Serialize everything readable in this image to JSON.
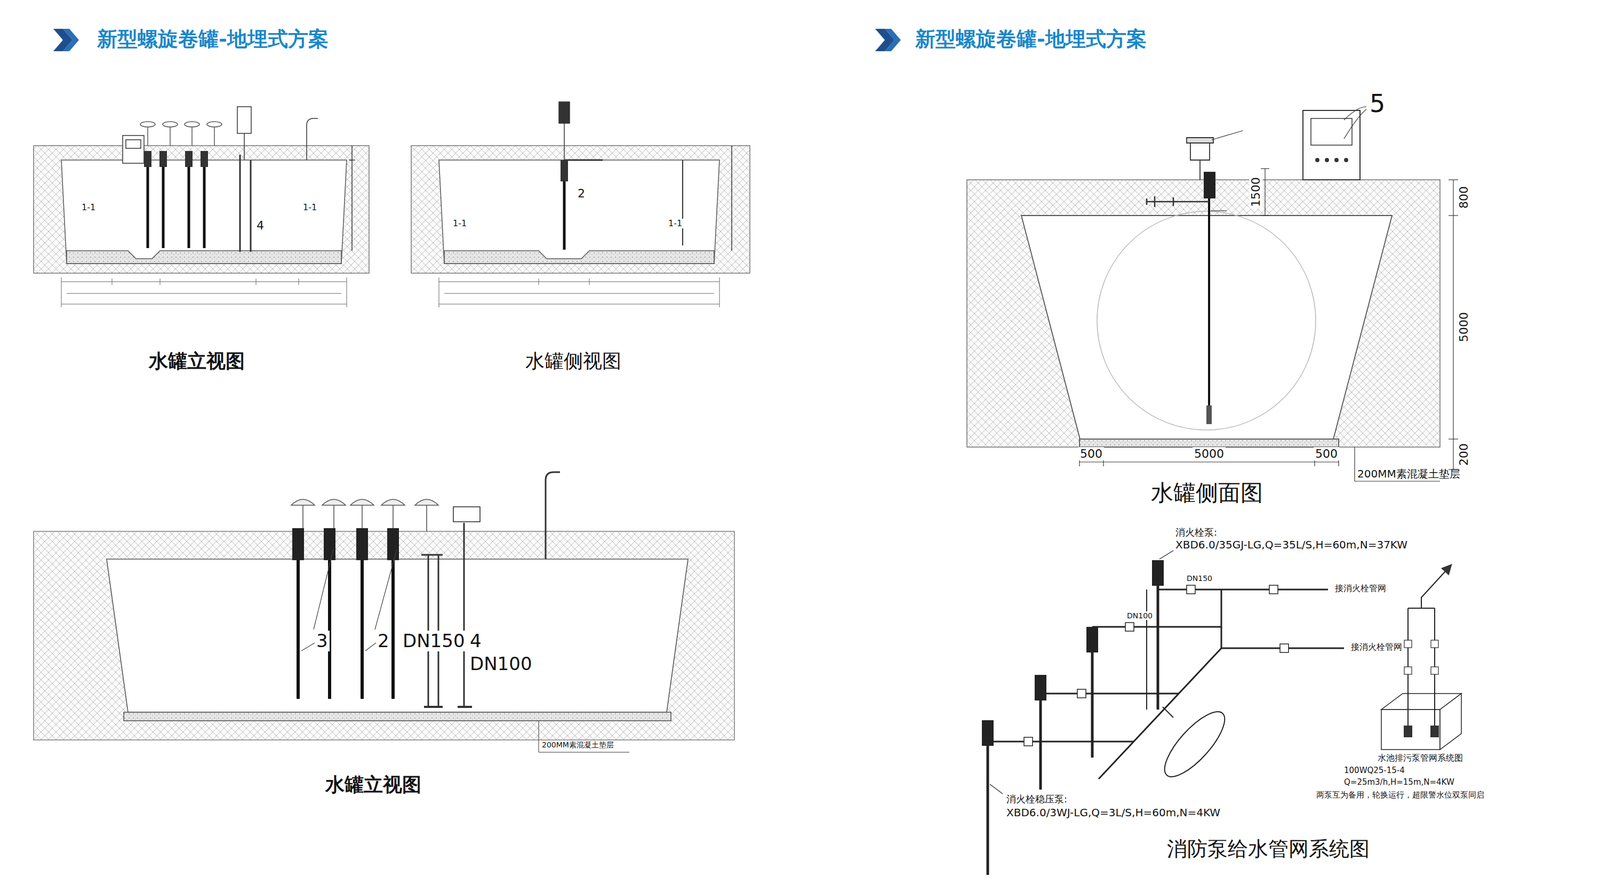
{
  "diagram": {
    "title": "新型螺旋卷罐-地埋式方案",
    "labels": [
      "新型螺旋卷罐-地埋式方案",
      "水罐立视图",
      "水罐侧视图",
      "水罐立视图",
      "水罐侧面图",
      "消防泵给水管网系统图",
      "1-1",
      "1-1",
      "4",
      "1-1",
      "1-1",
      "2",
      "3",
      "2",
      "DN150",
      "4",
      "DN100",
      "200MM素混凝土垫层",
      "5",
      "1500",
      "800",
      "5000",
      "200",
      "500",
      "5000",
      "500",
      "200MM素混凝土垫层",
      "消火栓泵:",
      "XBD6.0/35GJ-LG,Q=35L/S,H=60m,N=37KW",
      "接消火栓管网",
      "接消火栓管网",
      "消火栓稳压泵:",
      "XBD6.0/3WJ-LG,Q=3L/S,H=60m,N=4KW",
      "水池排污泵管网系统图",
      "100WQ25-15-4",
      "Q=25m3/h,H=15m,N=4KW",
      "两泵互为备用，轮换运行，超限警水位双泵同启",
      "DN150",
      "DN100"
    ]
  }
}
